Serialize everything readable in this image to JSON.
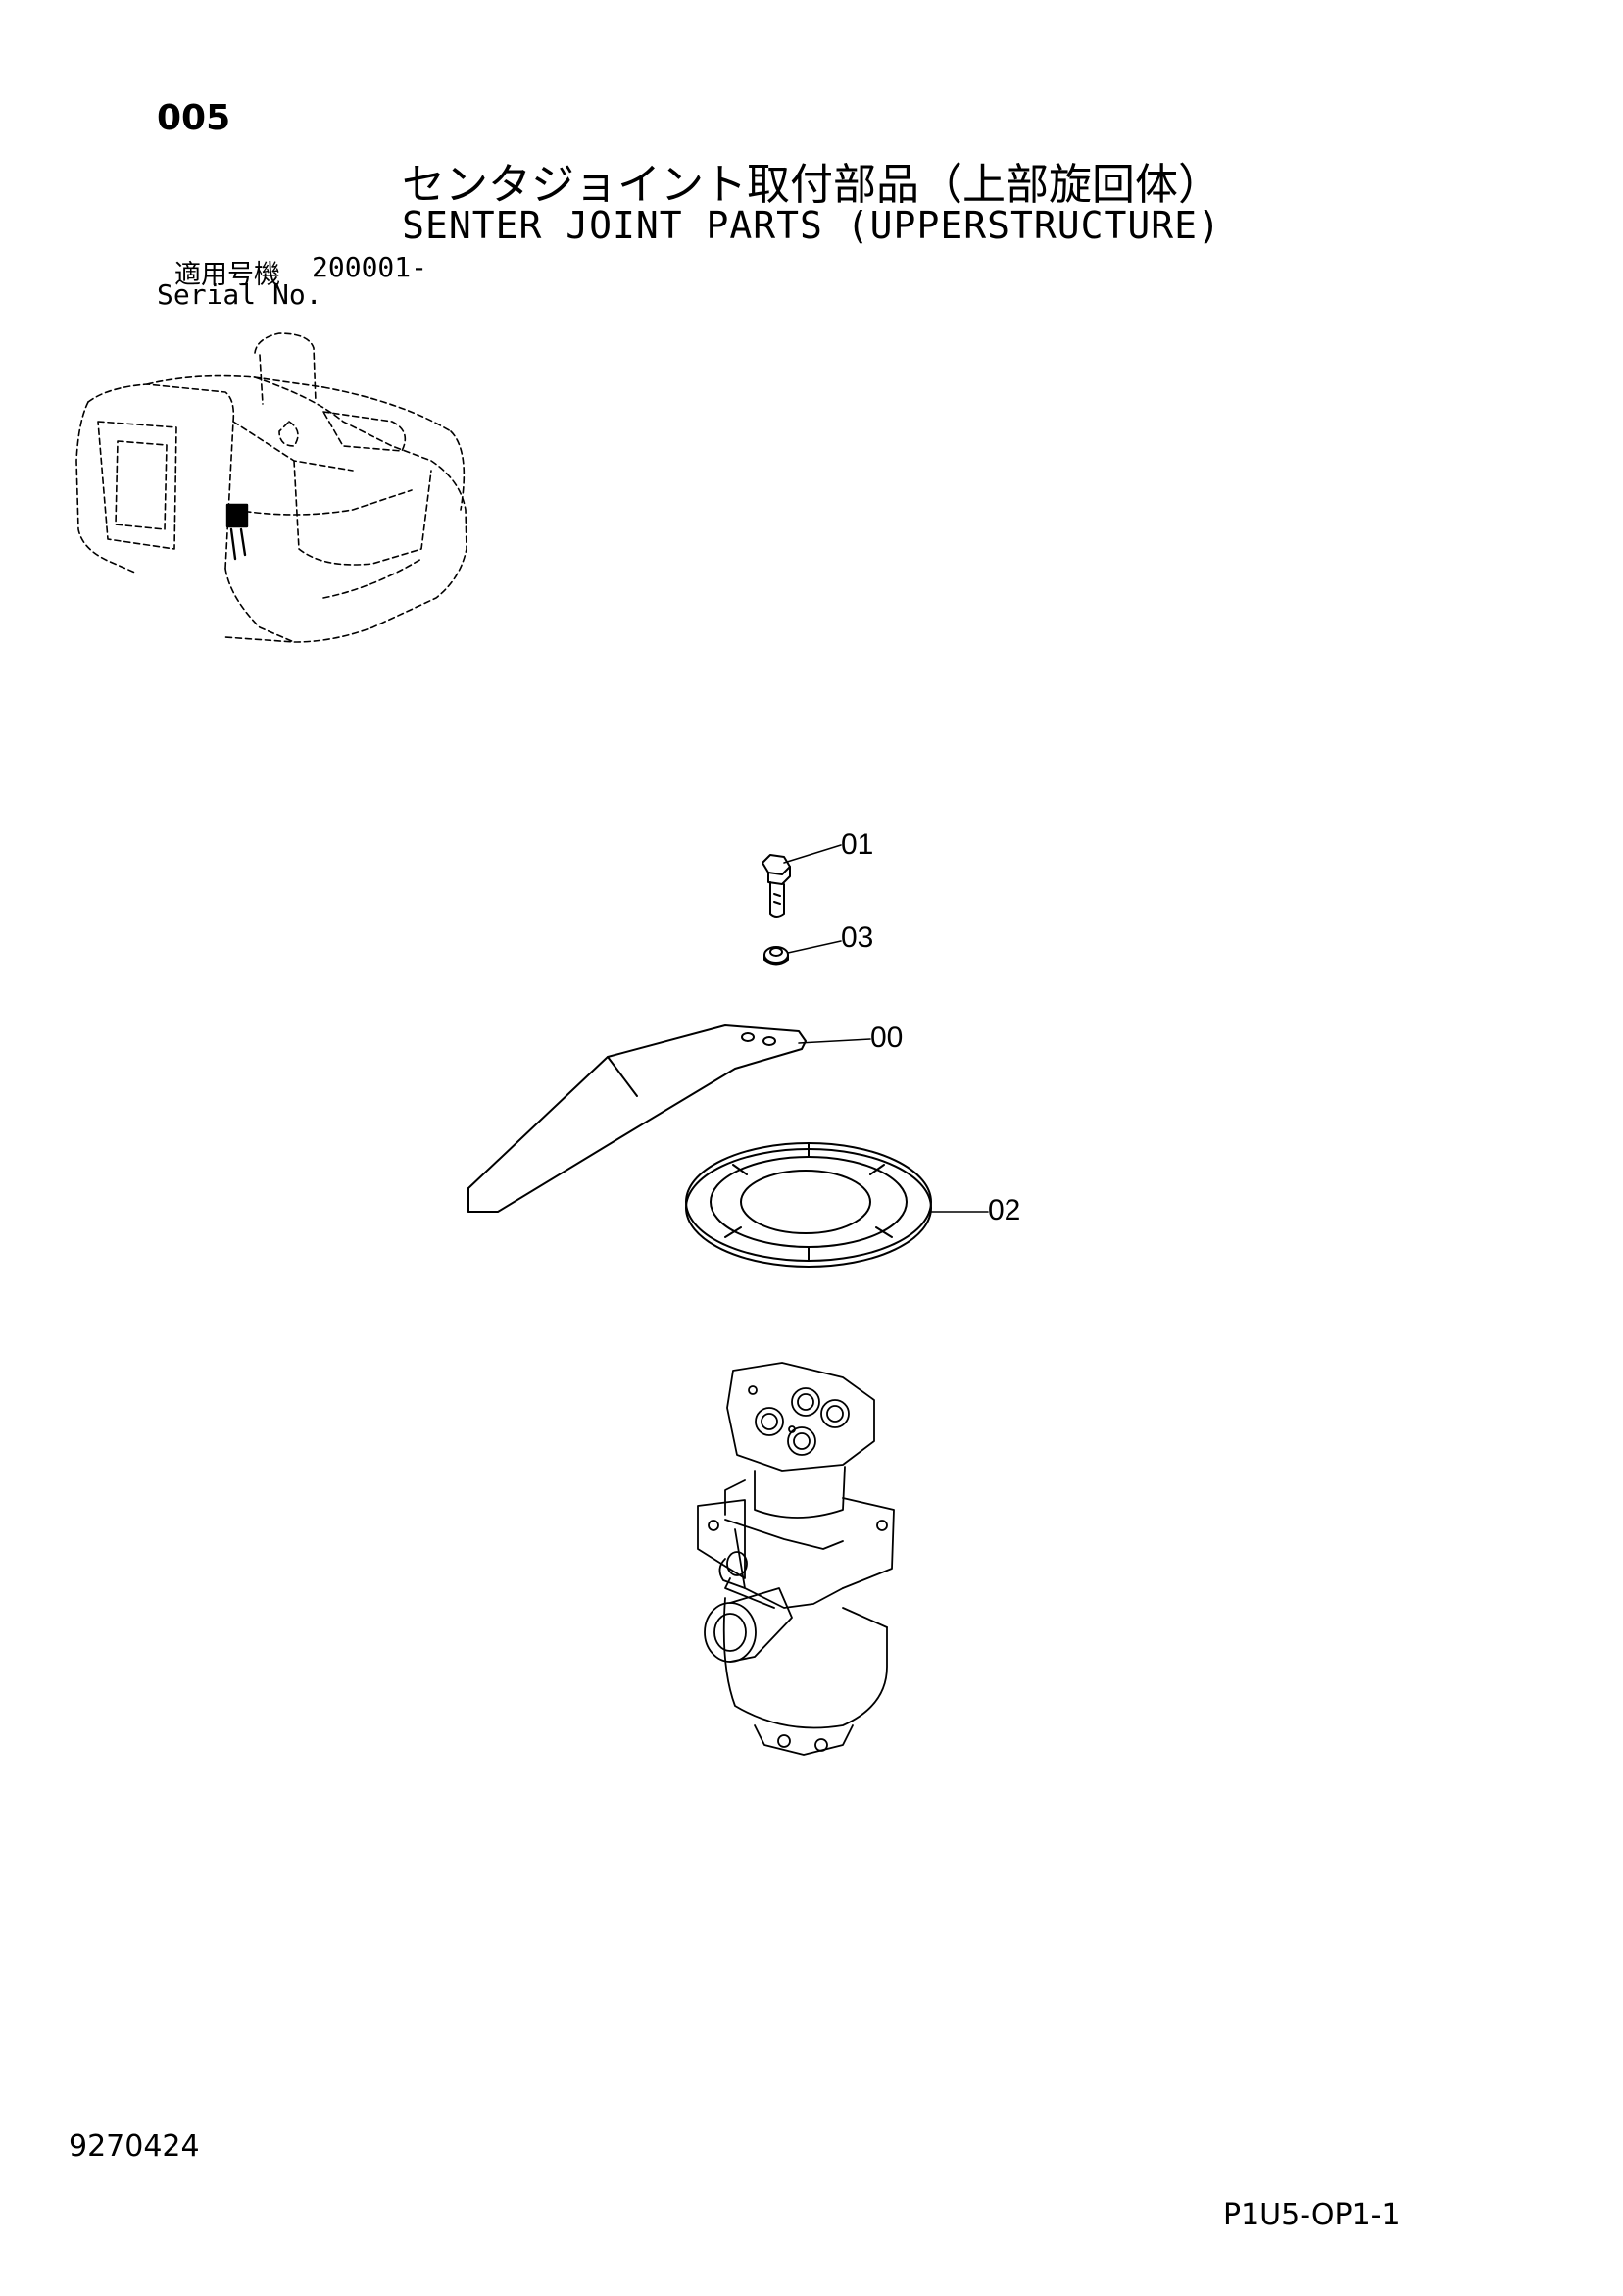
{
  "header": {
    "page_number": "005",
    "title_ja": "センタジョイント取付部品（上部旋回体）",
    "title_en": "SENTER JOINT PARTS (UPPERSTRUCTURE)"
  },
  "applicability": {
    "label_ja": "適用号機",
    "serial_value": "200001-",
    "label_en": "Serial No."
  },
  "callouts": [
    {
      "id": "01"
    },
    {
      "id": "03"
    },
    {
      "id": "00"
    },
    {
      "id": "02"
    }
  ],
  "footer": {
    "doc_number": "9270424",
    "page_code": "P1U5-OP1-1"
  }
}
